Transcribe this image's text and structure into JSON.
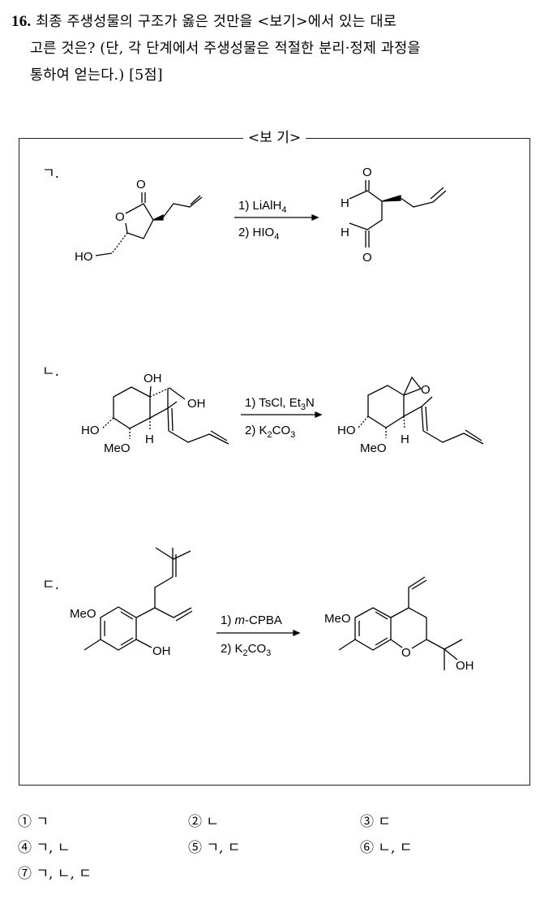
{
  "question": {
    "number": "16.",
    "line1": "최종 주생성물의 구조가 옳은 것만을 <보기>에서 있는 대로",
    "line2": "고른 것은? (단, 각 단계에서 주생성물은 적절한 분리·정제 과정을",
    "line3": "통하여 얻는다.) [5점]"
  },
  "box": {
    "title": "<보 기>",
    "items": [
      {
        "label": "ㄱ.",
        "reagent1": "1) LiAlH",
        "reagent1_sub": "4",
        "reagent2": "2) HIO",
        "reagent2_sub": "4",
        "sm_O_carbonyl": "O",
        "sm_O_ring": "O",
        "sm_HO": "HO",
        "pr_O_top": "O",
        "pr_H_top": "H",
        "pr_H_bot": "H",
        "pr_O_bot": "O"
      },
      {
        "label": "ㄴ.",
        "reagent1": "1) TsCl, Et",
        "reagent1_sub": "3",
        "reagent1_end": "N",
        "reagent2": "2) K",
        "reagent2_sub": "2",
        "reagent2_end": "CO",
        "reagent2_sub2": "3",
        "sm_OH_top": "OH",
        "sm_OH_side": "OH",
        "sm_HO": "HO",
        "sm_H": "H",
        "sm_MeO": "MeO",
        "pr_O": "O",
        "pr_HO": "HO",
        "pr_H": "H",
        "pr_MeO": "MeO"
      },
      {
        "label": "ㄷ.",
        "reagent1_pre": "1) ",
        "reagent1_italic": "m",
        "reagent1_post": "-CPBA",
        "reagent2": "2) K",
        "reagent2_sub": "2",
        "reagent2_end": "CO",
        "reagent2_sub2": "3",
        "sm_MeO": "MeO",
        "sm_OH": "OH",
        "pr_MeO": "MeO",
        "pr_O": "O",
        "pr_OH": "OH"
      }
    ]
  },
  "choices": [
    {
      "num": "①",
      "text": "ㄱ"
    },
    {
      "num": "②",
      "text": "ㄴ"
    },
    {
      "num": "③",
      "text": "ㄷ"
    },
    {
      "num": "④",
      "text": "ㄱ, ㄴ"
    },
    {
      "num": "⑤",
      "text": "ㄱ, ㄷ"
    },
    {
      "num": "⑥",
      "text": "ㄴ, ㄷ"
    },
    {
      "num": "⑦",
      "text": "ㄱ, ㄴ, ㄷ"
    }
  ]
}
